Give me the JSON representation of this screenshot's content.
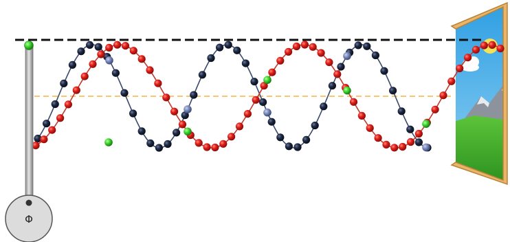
{
  "scene": {
    "background": "#ffffff",
    "wheel_symbol": "Φ",
    "colors": {
      "top_line": "#111111",
      "equilibrium_line": "#f5b342",
      "wave_red": "#e0201a",
      "wave_red_string": "#c0392b",
      "wave_dark": "#1f2a44",
      "wave_dark_string": "#3b4a6b",
      "marker_green": "#39d42a",
      "marker_blue": "#7888b8",
      "rod": "#b9b9b9",
      "wheel": "#dcdcdc",
      "frame": "#e8b56a",
      "sky": "#3fa9e6",
      "sun": "#f4e15a",
      "mountain": "#8d939c",
      "grass": "#3dae2b"
    },
    "icons": [
      "wave-driver-rod",
      "wave-driver-wheel",
      "window-frame",
      "sun-icon",
      "cloud-icon",
      "mountain-icon"
    ]
  }
}
